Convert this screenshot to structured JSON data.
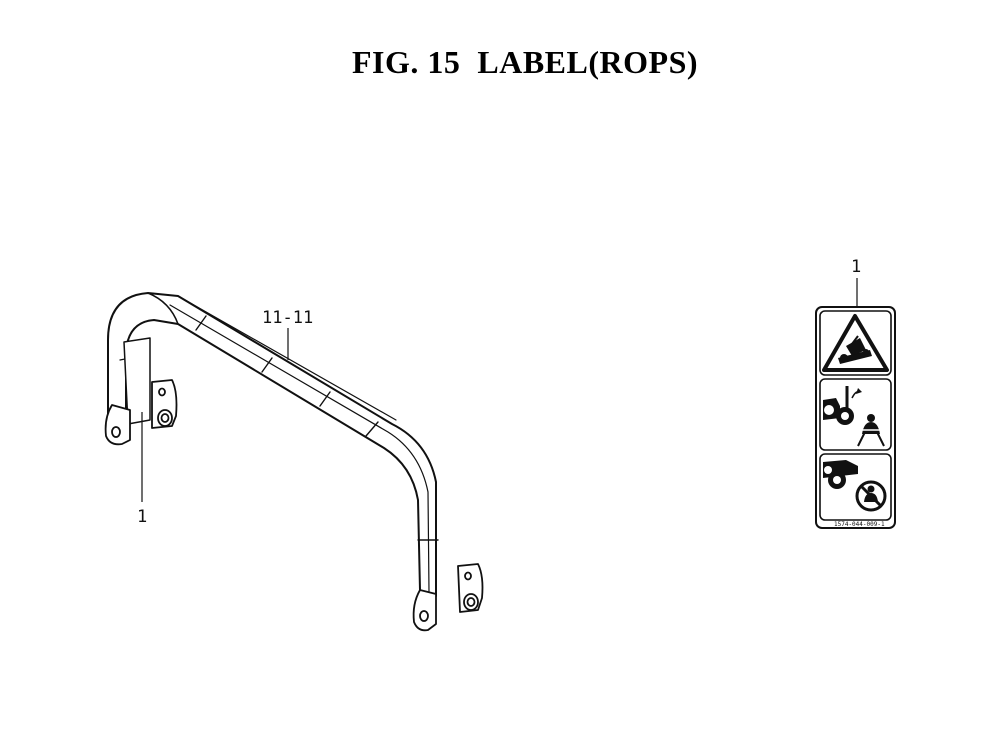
{
  "figure": {
    "title": "FIG. 15  LABEL(ROPS)"
  },
  "callouts": {
    "rops_bar": "11-11",
    "label_on_frame": "1",
    "label_detail": "1"
  },
  "label_decal": {
    "part_number": "1574-044-009-1",
    "panels": [
      "rollover-warning-icon",
      "fold-rops-seatbelt-icon",
      "no-seatbelt-when-folded-icon"
    ]
  }
}
